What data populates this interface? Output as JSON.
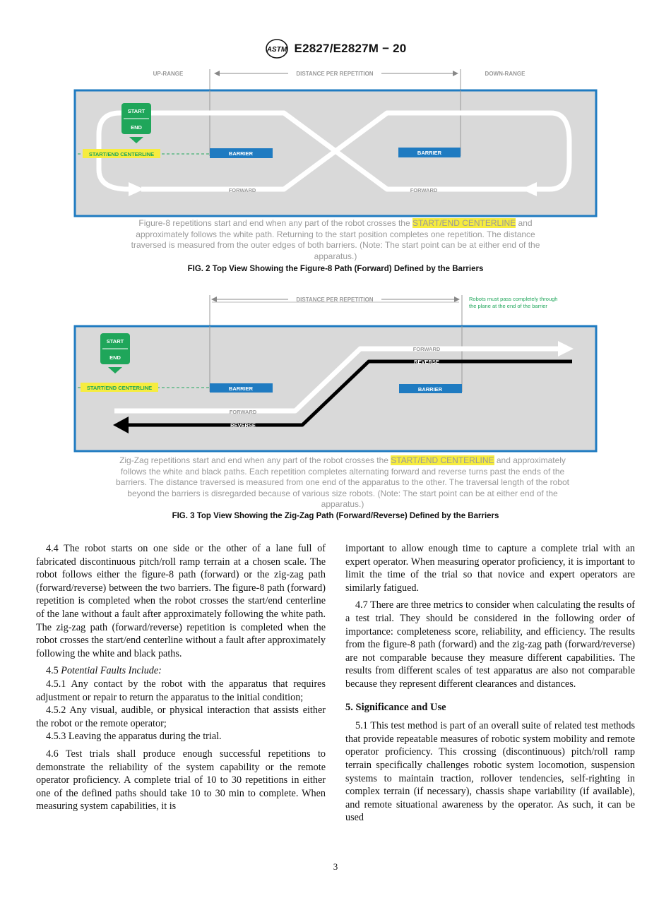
{
  "header": {
    "logo_text": "ASTM",
    "designation": "E2827/E2827M − 20"
  },
  "figure2": {
    "label_uprange": "UP-RANGE",
    "label_distance": "DISTANCE PER REPETITION",
    "label_downrange": "DOWN-RANGE",
    "start": "START",
    "end": "END",
    "centerline": "START/END CENTERLINE",
    "barrier": "BARRIER",
    "forward": "FORWARD",
    "caption_pre": "Figure-8 repetitions start and end when any part of the robot crosses the ",
    "caption_hl": "START/END CENTERLINE",
    "caption_post": " and approximately follows the white path. Returning to the start position completes one repetition. The distance traversed is measured from the outer edges of both barriers. (Note: The start point can be at either end of the apparatus.)",
    "title": "FIG. 2 Top View Showing the Figure-8 Path (Forward) Defined by the Barriers"
  },
  "figure3": {
    "label_distance": "DISTANCE PER REPETITION",
    "note_line1": "Robots must pass completely through",
    "note_line2": "the plane at the end of the barrier",
    "start": "START",
    "end": "END",
    "centerline": "START/END CENTERLINE",
    "barrier": "BARRIER",
    "forward": "FORWARD",
    "reverse": "REVERSE",
    "caption_pre": "Zig-Zag repetitions start and end when any part of the robot crosses the ",
    "caption_hl": "START/END CENTERLINE",
    "caption_post": " and approximately follows the white and black paths. Each repetition completes alternating forward and reverse turns past the ends of the barriers. The distance traversed is measured from one end of the apparatus to the other. The traversal length of the robot beyond the barriers is disregarded because of various size robots. (Note: The start point can be at either end of the apparatus.)",
    "title": "FIG. 3 Top View Showing the Zig-Zag Path (Forward/Reverse) Defined by the Barriers"
  },
  "body": {
    "p44": "4.4 The robot starts on one side or the other of a lane full of fabricated discontinuous pitch/roll ramp terrain at a chosen scale. The robot follows either the figure-8 path (forward) or the zig-zag path (forward/reverse) between the two barriers. The figure-8 path (forward) repetition is completed when the robot crosses the start/end centerline of the lane without a fault after approximately following the white path. The zig-zag path (forward/reverse) repetition is completed when the robot crosses the start/end centerline without a fault after approximately following the white and black paths.",
    "p45_num": "4.5 ",
    "p45_title": "Potential Faults Include:",
    "p451": "4.5.1 Any contact by the robot with the apparatus that requires adjustment or repair to return the apparatus to the initial condition;",
    "p452": "4.5.2 Any visual, audible, or physical interaction that assists either the robot or the remote operator;",
    "p453": "4.5.3 Leaving the apparatus during the trial.",
    "p46": "4.6 Test trials shall produce enough successful repetitions to demonstrate the reliability of the system capability or the remote operator proficiency. A complete trial of 10 to 30 repetitions in either one of the defined paths should take 10 to 30 min to complete. When measuring system capabilities, it is",
    "p46_cont": "important to allow enough time to capture a complete trial with an expert operator. When measuring operator proficiency, it is important to limit the time of the trial so that novice and expert operators are similarly fatigued.",
    "p47": "4.7 There are three metrics to consider when calculating the results of a test trial. They should be considered in the following order of importance: completeness score, reliability, and efficiency. The results from the figure-8 path (forward) and the zig-zag path (forward/reverse) are not comparable because they measure different capabilities. The results from different scales of test apparatus are also not comparable because they represent different clearances and distances.",
    "sec5": "5. Significance and Use",
    "p51": "5.1 This test method is part of an overall suite of related test methods that provide repeatable measures of robotic system mobility and remote operator proficiency. This crossing (discontinuous) pitch/roll ramp terrain specifically challenges robotic system locomotion, suspension systems to maintain traction, rollover tendencies, self-righting in complex terrain (if necessary), chassis shape variability (if available), and remote situational awareness by the operator. As such, it can be used"
  },
  "page_number": "3",
  "colors": {
    "apparatus_fill": "#d9d9d9",
    "apparatus_border": "#1f7bc1",
    "barrier": "#1f7bc1",
    "start_green": "#1fa65a",
    "highlight": "#f6ec3f"
  }
}
